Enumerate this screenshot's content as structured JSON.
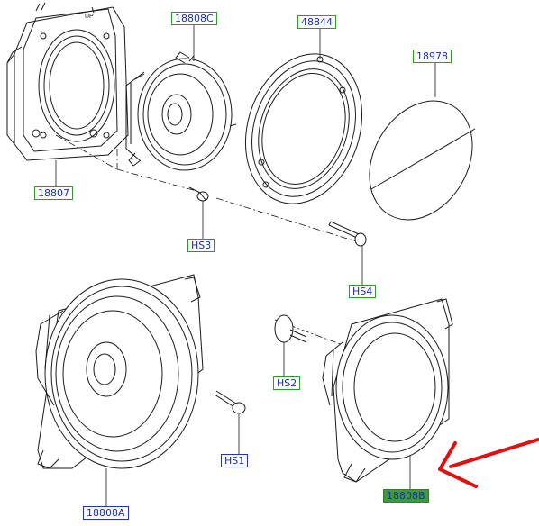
{
  "parts": [
    {
      "id": "l18808C",
      "text": "18808C",
      "style": "green"
    },
    {
      "id": "l48844",
      "text": "48844",
      "style": "green"
    },
    {
      "id": "l18978",
      "text": "18978",
      "style": "green"
    },
    {
      "id": "l18807",
      "text": "18807",
      "style": "green"
    },
    {
      "id": "lHS3",
      "text": "HS3",
      "style": "green"
    },
    {
      "id": "lHS4",
      "text": "HS4",
      "style": "green"
    },
    {
      "id": "lHS2",
      "text": "HS2",
      "style": "green"
    },
    {
      "id": "lHS1",
      "text": "HS1",
      "style": "blue"
    },
    {
      "id": "l18808A",
      "text": "18808A",
      "style": "blue"
    },
    {
      "id": "l18808B",
      "text": "18808B",
      "style": "selected"
    }
  ],
  "colors": {
    "outline": "#1a1a1a",
    "label_text": "#1a2fb0",
    "green_border": "#2a9a2a",
    "blue_border": "#1f35c8",
    "selected_fill": "#3f9a3f",
    "arrow": "#e01010"
  },
  "bracket_marking": "UP"
}
